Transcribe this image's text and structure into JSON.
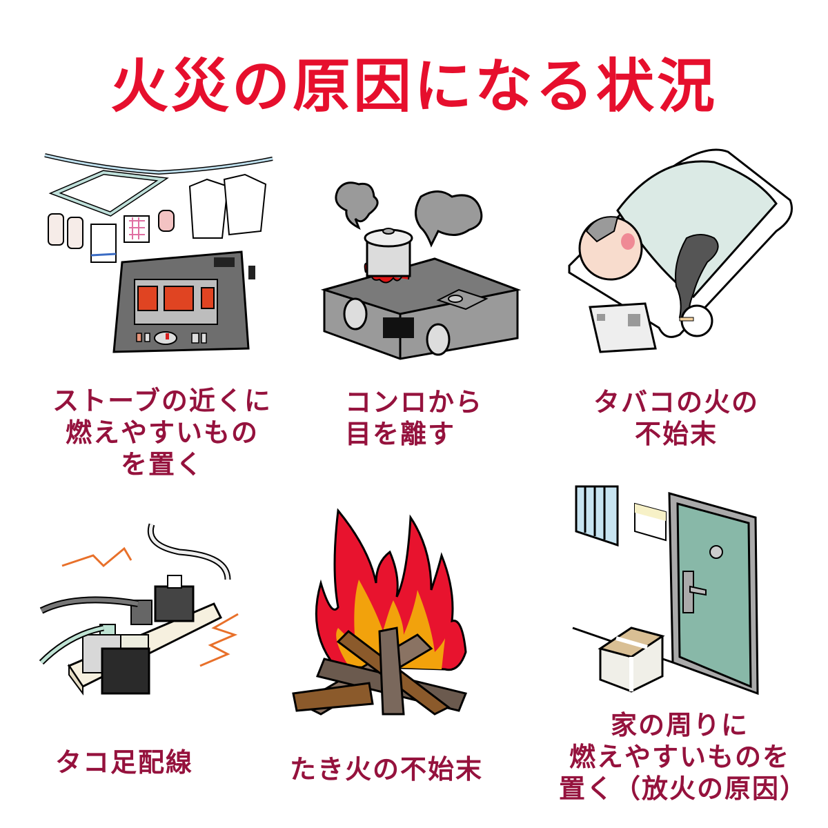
{
  "title": "火災の原因になる状況",
  "colors": {
    "title": "#e60f2d",
    "caption": "#95123d",
    "flame_red": "#e8132e",
    "flame_orange": "#f2a20c",
    "door_green": "#88b8a8",
    "heater_gray": "#6e6e6e"
  },
  "items": [
    {
      "id": "stove",
      "caption": "ストーブの近くに\n燃えやすいもの\nを置く",
      "icon": "kerosene-heater-with-laundry"
    },
    {
      "id": "kitchen",
      "caption": "コンロから\n目を離す",
      "icon": "gas-stove-pot-smoke"
    },
    {
      "id": "cigarette",
      "caption": "タバコの火の\n不始末",
      "icon": "sleeping-person-cigarette-smoke"
    },
    {
      "id": "octopus",
      "caption": "タコ足配線",
      "icon": "overloaded-power-strip"
    },
    {
      "id": "bonfire",
      "caption": "たき火の不始末",
      "icon": "bonfire"
    },
    {
      "id": "arson",
      "caption": "家の周りに\n燃えやすいものを\n置く（放火の原因）",
      "icon": "door-with-newspaper-bundle"
    }
  ]
}
